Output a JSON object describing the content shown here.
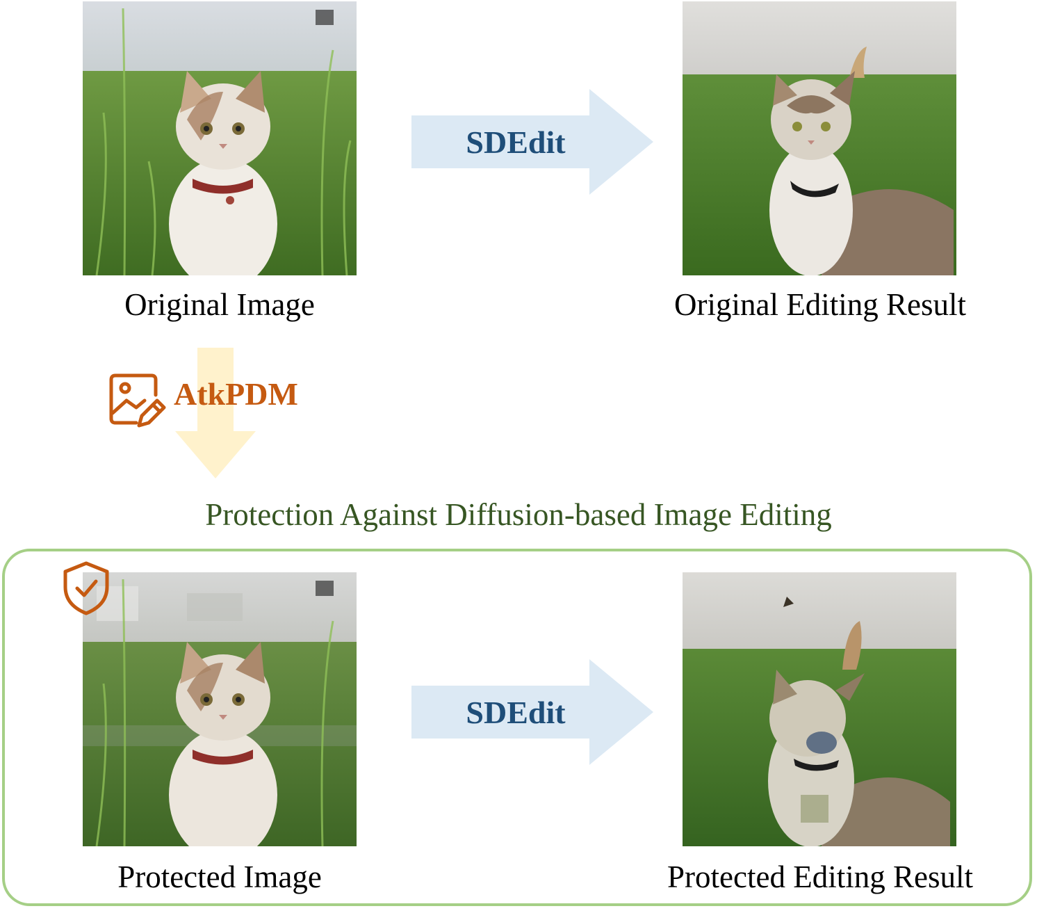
{
  "labels": {
    "original_image": "Original Image",
    "original_result": "Original Editing Result",
    "protected_image": "Protected Image",
    "protected_result": "Protected Editing Result",
    "sdedit_top": "SDEdit",
    "sdedit_bottom": "SDEdit",
    "atkpdm": "AtkPDM",
    "protection_title": "Protection Against Diffusion-based Image Editing"
  },
  "colors": {
    "sdedit_text": "#1f4e79",
    "sdedit_arrow": "#dce9f4",
    "atk_text": "#c55a11",
    "atk_arrow": "#fff2cc",
    "protection_text": "#375623",
    "box_border": "#a5cf86",
    "icon_color": "#c55a11"
  },
  "icons": {
    "atk_icon": "image-edit-icon",
    "shield_icon": "shield-check-icon"
  }
}
